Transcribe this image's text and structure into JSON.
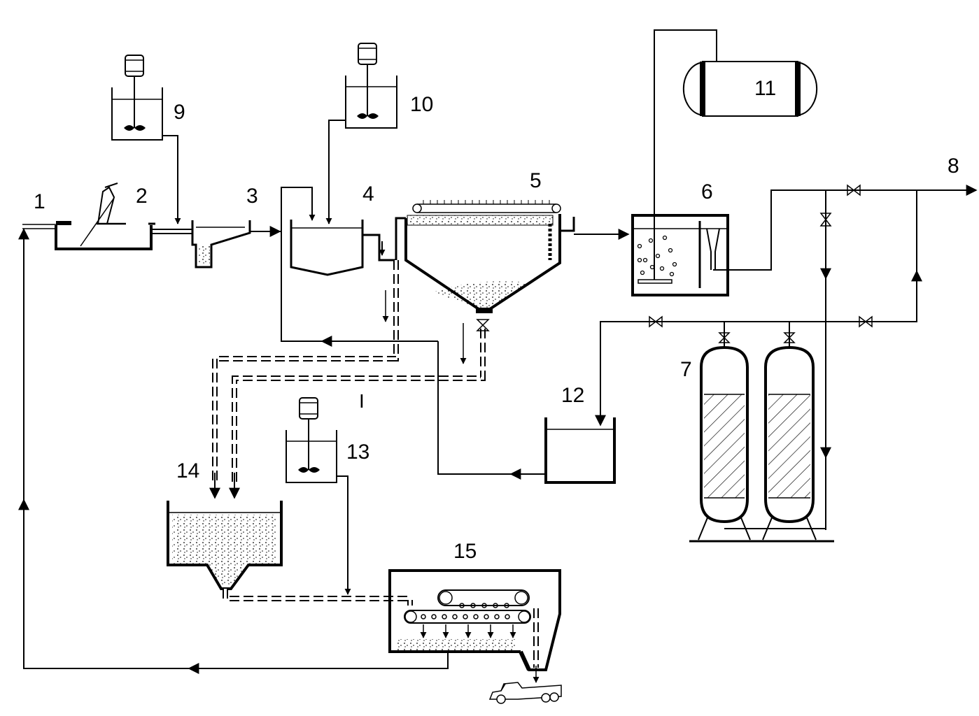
{
  "labels": {
    "inlet": "1",
    "screen_channel": "2",
    "mixing_box": "3",
    "flocculation_tank": "4",
    "flotation_clarifier": "5",
    "ozone_contact_tank": "6",
    "filter_columns": "7",
    "outlet": "8",
    "dosing_tank_9": "9",
    "dosing_tank_10": "10",
    "ozone_generator": "11",
    "backwash_tank": "12",
    "dosing_tank_13": "13",
    "sludge_thickener": "14",
    "belt_filter_press": "15",
    "sludge_line_mark": "I"
  }
}
